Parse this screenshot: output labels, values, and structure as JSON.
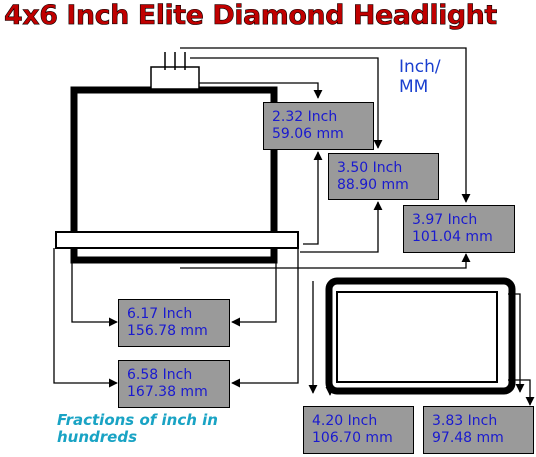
{
  "title": "4x6 Inch Elite Diamond Headlight",
  "units_label": [
    "Inch/",
    "MM"
  ],
  "colors": {
    "title": "#c00000",
    "dimension_text": "#1a1acf",
    "box_fill": "#9a9a9a",
    "note_text": "#19a3c4"
  },
  "dimensions": [
    {
      "inch": "2.32 Inch",
      "mm": "59.06 mm"
    },
    {
      "inch": "3.50 Inch",
      "mm": "88.90 mm"
    },
    {
      "inch": "3.97 Inch",
      "mm": "101.04 mm"
    },
    {
      "inch": "6.17 Inch",
      "mm": "156.78 mm"
    },
    {
      "inch": "6.58 Inch",
      "mm": "167.38 mm"
    },
    {
      "inch": "4.20 Inch",
      "mm": "106.70 mm"
    },
    {
      "inch": "3.83 Inch",
      "mm": "97.48 mm"
    }
  ],
  "note": [
    "Fractions of inch in",
    "hundreds"
  ]
}
